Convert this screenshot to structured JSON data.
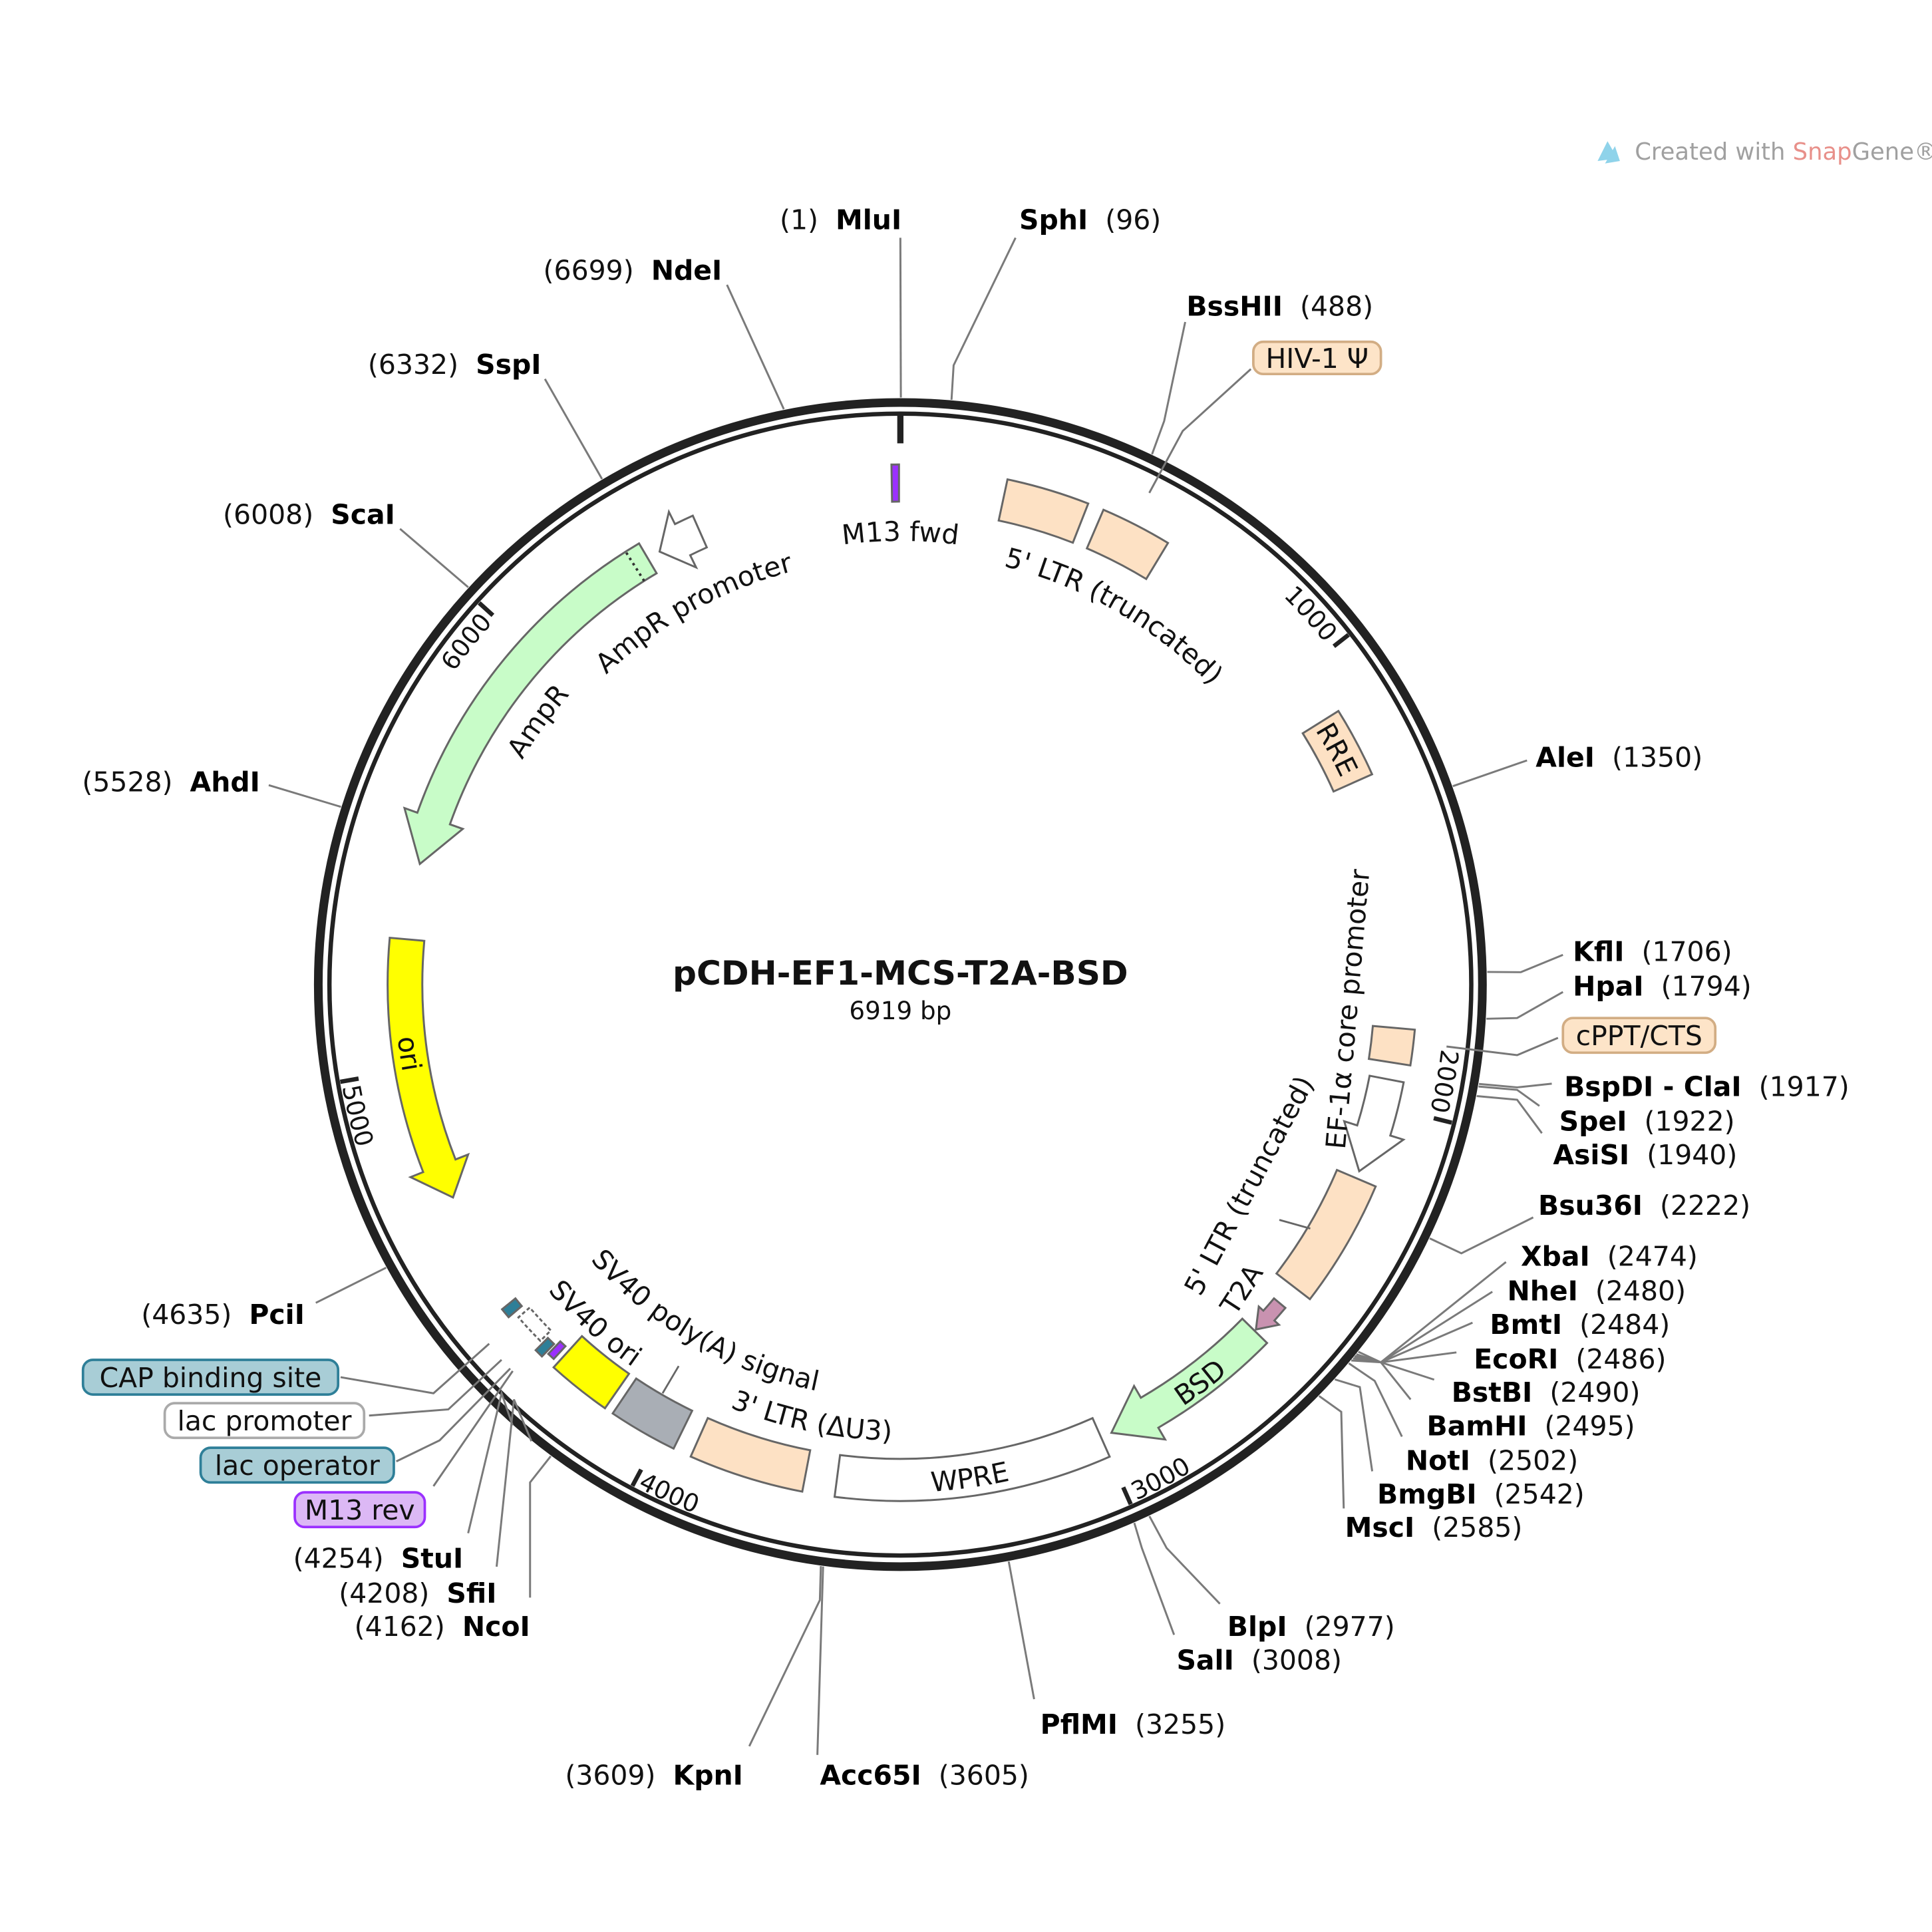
{
  "plasmid": {
    "name": "pCDH-EF1-MCS-T2A-BSD",
    "length_label": "6919 bp",
    "length_bp": 6919
  },
  "watermark": {
    "prefix": "Created with ",
    "brand_a": "Snap",
    "brand_b": "Gene",
    "reg": "®"
  },
  "ticks": [
    "1000",
    "2000",
    "3000",
    "4000",
    "5000",
    "6000"
  ],
  "colors": {
    "ring": "#222222",
    "ltr": "#fde1c4",
    "green": "#c8fcc8",
    "yellow": "#ffff00",
    "gray": "#a9aeb5",
    "teal": "#2e7f98",
    "purple": "#9b30ff",
    "pink": "#c992b0",
    "white": "#ffffff",
    "callout_teal": "#a8cdd6",
    "callout_purple": "#dcb8f5",
    "callout_ltr": "#fde4c8"
  },
  "features": [
    {
      "label": "M13 fwd",
      "segments": [
        [
          6900,
          6916
        ]
      ],
      "dir": 1,
      "type": "box",
      "color": "#9b30ff"
    },
    {
      "label": "5' LTR (truncated)",
      "segments": [
        [
          230,
          410
        ],
        [
          445,
          600
        ]
      ],
      "dir": 0,
      "type": "box",
      "color": "#fde1c4"
    },
    {
      "label": "RRE",
      "segments": [
        [
          1115,
          1268
        ]
      ],
      "dir": 0,
      "type": "box",
      "color": "#fde1c4"
    },
    {
      "label": "cPPT/CTS",
      "segments": [
        [
          1826,
          1903
        ]
      ],
      "dir": 0,
      "type": "box",
      "color": "#fde1c4"
    },
    {
      "label": "EF-1α core promoter",
      "segments": [
        [
          1941,
          2155
        ]
      ],
      "dir": 1,
      "type": "arrow",
      "color": "#ffffff"
    },
    {
      "label": "5' LTR (truncated)",
      "segments": [
        [
          2172,
          2451
        ]
      ],
      "dir": 0,
      "type": "box",
      "color": "#fde1c4"
    },
    {
      "label": "T2A",
      "segments": [
        [
          2499,
          2578
        ]
      ],
      "dir": 1,
      "type": "arrow",
      "color": "#c992b0"
    },
    {
      "label": "BSD",
      "segments": [
        [
          2582,
          2975
        ]
      ],
      "dir": 1,
      "type": "arrow",
      "color": "#c8fcc8"
    },
    {
      "label": "WPRE",
      "segments": [
        [
          3000,
          3600
        ]
      ],
      "dir": 0,
      "type": "box",
      "color": "#ffffff"
    },
    {
      "label": "3' LTR (ΔU3)",
      "segments": [
        [
          3670,
          3920
        ]
      ],
      "dir": 0,
      "type": "box",
      "color": "#fde1c4"
    },
    {
      "label": "SV40 poly(A) signal",
      "segments": [
        [
          3960,
          4110
        ]
      ],
      "dir": 0,
      "type": "box",
      "color": "#a9aeb5"
    },
    {
      "label": "SV40 ori",
      "segments": [
        [
          4130,
          4270
        ]
      ],
      "dir": 0,
      "type": "box",
      "color": "#ffff00"
    },
    {
      "label": "M13 rev",
      "segments": [
        [
          4282,
          4298
        ]
      ],
      "dir": -1,
      "type": "box",
      "color": "#9b30ff"
    },
    {
      "label": "lac operator",
      "segments": [
        [
          4304,
          4323
        ]
      ],
      "dir": 0,
      "type": "box",
      "color": "#2e7f98"
    },
    {
      "label": "lac promoter",
      "segments": [
        [
          4330,
          4400
        ]
      ],
      "dir": -1,
      "type": "dashed",
      "color": "#ffffff"
    },
    {
      "label": "CAP binding site",
      "segments": [
        [
          4414,
          4436
        ]
      ],
      "dir": 0,
      "type": "box",
      "color": "#2e7f98"
    },
    {
      "label": "ori",
      "segments": [
        [
          5290,
          4700
        ]
      ],
      "dir": -1,
      "type": "arrow",
      "color": "#ffff00"
    },
    {
      "label": "AmpR",
      "segments": [
        [
          6330,
          5460
        ]
      ],
      "dir": -1,
      "type": "arrow",
      "color": "#c8fcc8"
    },
    {
      "label": "AmpR promoter",
      "segments": [
        [
          6460,
          6360
        ]
      ],
      "dir": -1,
      "type": "arrow",
      "color": "#ffffff"
    }
  ],
  "callouts": [
    {
      "label": "HIV-1 Ψ"
    },
    {
      "label": "cPPT/CTS"
    },
    {
      "label": "CAP binding site"
    },
    {
      "label": "lac promoter"
    },
    {
      "label": "lac operator"
    },
    {
      "label": "M13 rev"
    }
  ],
  "enzymes": [
    {
      "name": "MluI",
      "pos": "(1)",
      "bp": 1
    },
    {
      "name": "SphI",
      "pos": "(96)",
      "bp": 96
    },
    {
      "name": "BssHII",
      "pos": "(488)",
      "bp": 488
    },
    {
      "name": "AleI",
      "pos": "(1350)",
      "bp": 1350
    },
    {
      "name": "KflI",
      "pos": "(1706)",
      "bp": 1706
    },
    {
      "name": "HpaI",
      "pos": "(1794)",
      "bp": 1794
    },
    {
      "name": "BspDI - ClaI",
      "pos": "(1917)",
      "bp": 1917
    },
    {
      "name": "SpeI",
      "pos": "(1922)",
      "bp": 1922
    },
    {
      "name": "AsiSI",
      "pos": "(1940)",
      "bp": 1940
    },
    {
      "name": "Bsu36I",
      "pos": "(2222)",
      "bp": 2222
    },
    {
      "name": "XbaI",
      "pos": "(2474)",
      "bp": 2474
    },
    {
      "name": "NheI",
      "pos": "(2480)",
      "bp": 2480
    },
    {
      "name": "BmtI",
      "pos": "(2484)",
      "bp": 2484
    },
    {
      "name": "EcoRI",
      "pos": "(2486)",
      "bp": 2486
    },
    {
      "name": "BstBI",
      "pos": "(2490)",
      "bp": 2490
    },
    {
      "name": "BamHI",
      "pos": "(2495)",
      "bp": 2495
    },
    {
      "name": "NotI",
      "pos": "(2502)",
      "bp": 2502
    },
    {
      "name": "BmgBI",
      "pos": "(2542)",
      "bp": 2542
    },
    {
      "name": "MscI",
      "pos": "(2585)",
      "bp": 2585
    },
    {
      "name": "BlpI",
      "pos": "(2977)",
      "bp": 2977
    },
    {
      "name": "SalI",
      "pos": "(3008)",
      "bp": 3008
    },
    {
      "name": "PflMI",
      "pos": "(3255)",
      "bp": 3255
    },
    {
      "name": "Acc65I",
      "pos": "(3605)",
      "bp": 3605
    },
    {
      "name": "KpnI",
      "pos": "(3609)",
      "bp": 3609
    },
    {
      "name": "NcoI",
      "pos": "(4162)",
      "bp": 4162
    },
    {
      "name": "SfiI",
      "pos": "(4208)",
      "bp": 4208
    },
    {
      "name": "StuI",
      "pos": "(4254)",
      "bp": 4254
    },
    {
      "name": "PciI",
      "pos": "(4635)",
      "bp": 4635
    },
    {
      "name": "AhdI",
      "pos": "(5528)",
      "bp": 5528
    },
    {
      "name": "ScaI",
      "pos": "(6008)",
      "bp": 6008
    },
    {
      "name": "SspI",
      "pos": "(6332)",
      "bp": 6332
    },
    {
      "name": "NdeI",
      "pos": "(6699)",
      "bp": 6699
    }
  ]
}
